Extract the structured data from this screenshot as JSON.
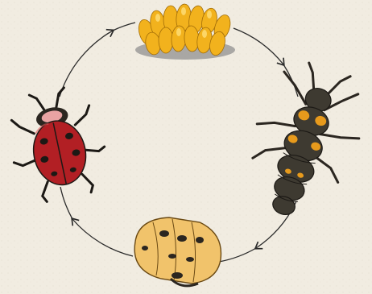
{
  "diagram": {
    "kind": "life-cycle",
    "stages": [
      {
        "id": "eggs",
        "icon": "egg-cluster-icon"
      },
      {
        "id": "larva",
        "icon": "larva-icon"
      },
      {
        "id": "pupa",
        "icon": "pupa-icon"
      },
      {
        "id": "adult",
        "icon": "ladybug-icon"
      }
    ],
    "flow": "clockwise",
    "colors": {
      "background": "#f1ece1",
      "cycle_line": "#2b2b2b",
      "egg": "#f2b21d",
      "larva_body": "#3e3a31",
      "larva_spots": "#e79a1c",
      "pupa": "#f1c36b",
      "ladybug_shell": "#b21f24"
    }
  }
}
